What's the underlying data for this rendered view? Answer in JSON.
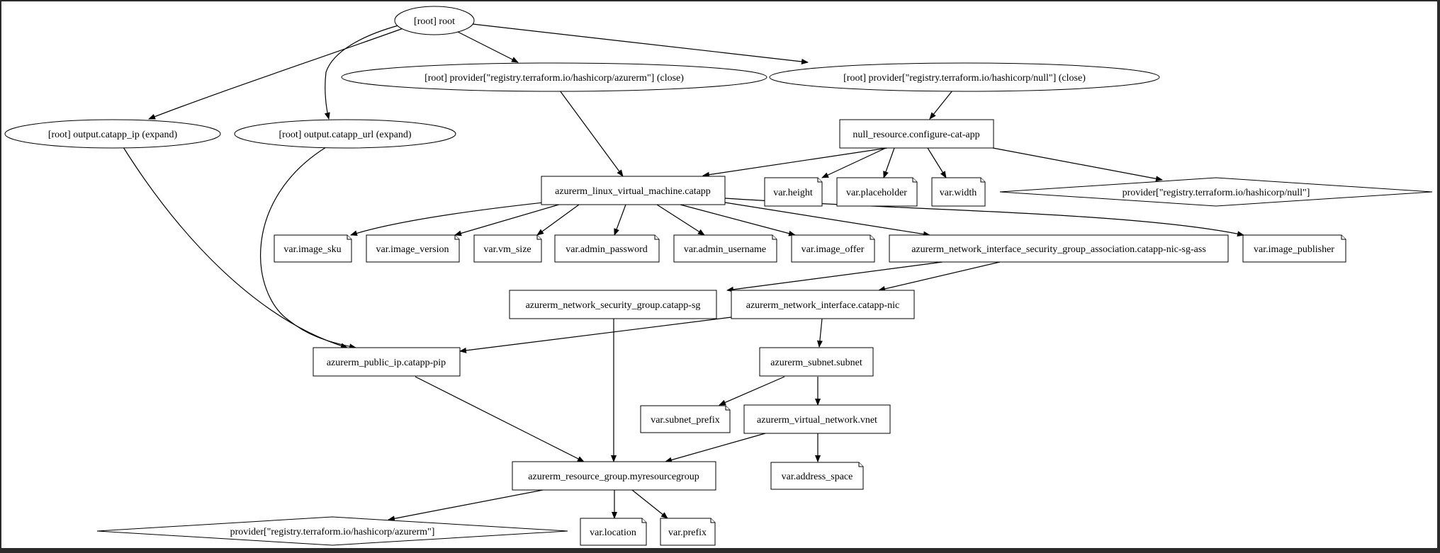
{
  "graph": {
    "nodes": {
      "root": "[root] root",
      "prov_azurerm_close": "[root] provider[\"registry.terraform.io/hashicorp/azurerm\"] (close)",
      "prov_null_close": "[root] provider[\"registry.terraform.io/hashicorp/null\"] (close)",
      "out_ip": "[root] output.catapp_ip (expand)",
      "out_url": "[root] output.catapp_url (expand)",
      "null_res": "null_resource.configure-cat-app",
      "vm": "azurerm_linux_virtual_machine.catapp",
      "var_height": "var.height",
      "var_placeholder": "var.placeholder",
      "var_width": "var.width",
      "prov_null": "provider[\"registry.terraform.io/hashicorp/null\"]",
      "var_image_sku": "var.image_sku",
      "var_image_version": "var.image_version",
      "var_vm_size": "var.vm_size",
      "var_admin_password": "var.admin_password",
      "var_admin_username": "var.admin_username",
      "var_image_offer": "var.image_offer",
      "nic_sg_assoc": "azurerm_network_interface_security_group_association.catapp-nic-sg-ass",
      "var_image_publisher": "var.image_publisher",
      "nsg": "azurerm_network_security_group.catapp-sg",
      "nic": "azurerm_network_interface.catapp-nic",
      "pip": "azurerm_public_ip.catapp-pip",
      "subnet": "azurerm_subnet.subnet",
      "var_subnet_prefix": "var.subnet_prefix",
      "vnet": "azurerm_virtual_network.vnet",
      "rg": "azurerm_resource_group.myresourcegroup",
      "var_address_space": "var.address_space",
      "prov_azurerm": "provider[\"registry.terraform.io/hashicorp/azurerm\"]",
      "var_location": "var.location",
      "var_prefix": "var.prefix"
    }
  }
}
